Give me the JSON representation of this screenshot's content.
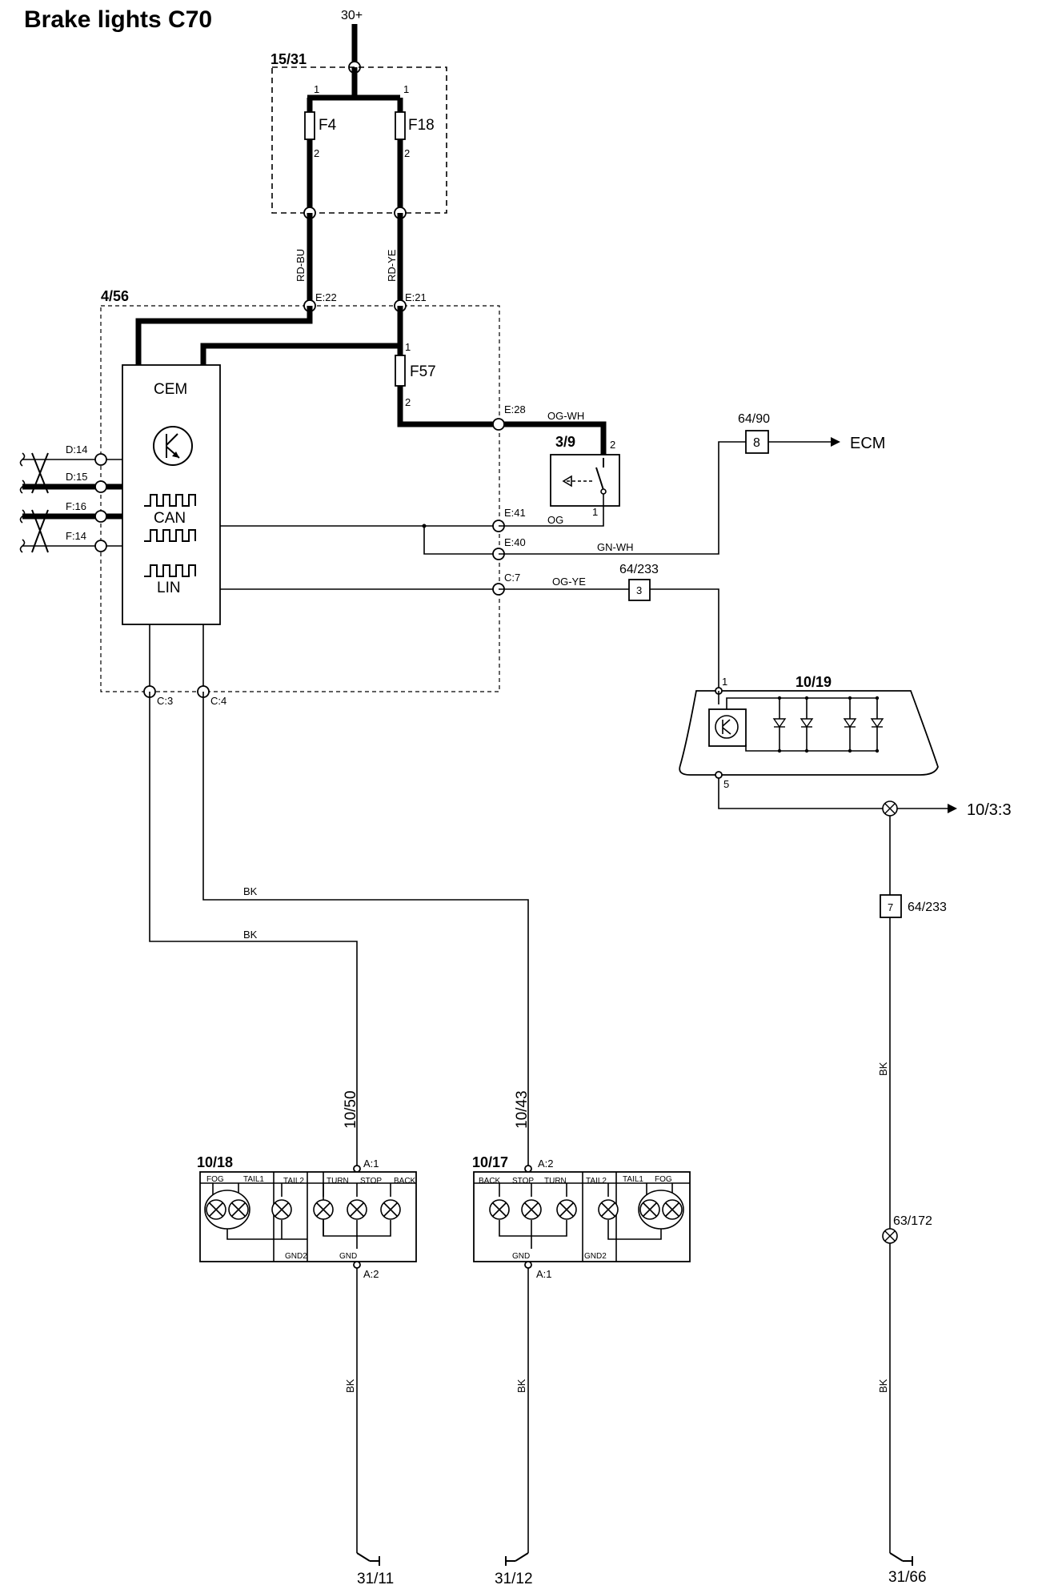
{
  "title": "Brake lights C70",
  "supply": "30+",
  "components": {
    "fuse_box": "15/31",
    "cem_module": "4/56",
    "cem_label": "CEM",
    "brake_switch": "3/9",
    "ecm_connector": "64/90",
    "ecm_connector_pin": "8",
    "ecm_label": "ECM",
    "connector_64_233": "64/233",
    "connector_64_233_pin_c7": "3",
    "connector_64_233_pin_ground": "7",
    "high_brake_light": "10/19",
    "high_brake_light_ground_ref": "10/3:3",
    "tail_light_left": "10/18",
    "tail_light_right": "10/17",
    "harness_left": "10/50",
    "harness_right": "10/43",
    "splice": "63/172"
  },
  "fuses": [
    "F4",
    "F18",
    "F57"
  ],
  "pins": {
    "one": "1",
    "two": "2",
    "five": "5"
  },
  "bus_labels": {
    "can": "CAN",
    "lin": "LIN"
  },
  "cem_terminals": {
    "e22": "E:22",
    "e21": "E:21",
    "e28": "E:28",
    "e41": "E:41",
    "e40": "E:40",
    "c7": "C:7",
    "c3": "C:3",
    "c4": "C:4",
    "d14": "D:14",
    "d15": "D:15",
    "f16": "F:16",
    "f14": "F:14"
  },
  "wire_colors": {
    "rd_bu": "RD-BU",
    "rd_ye": "RD-YE",
    "og_wh": "OG-WH",
    "og": "OG",
    "gn_wh": "GN-WH",
    "og_ye": "OG-YE",
    "bk": "BK"
  },
  "lamp_terminals": {
    "a1": "A:1",
    "a2": "A:2"
  },
  "lamp_labels": {
    "fog": "FOG",
    "tail1": "TAIL1",
    "tail2": "TAIL2",
    "turn": "TURN",
    "stop": "STOP",
    "back": "BACK",
    "gnd": "GND",
    "gnd2": "GND2"
  },
  "grounds": [
    "31/11",
    "31/12",
    "31/66"
  ]
}
